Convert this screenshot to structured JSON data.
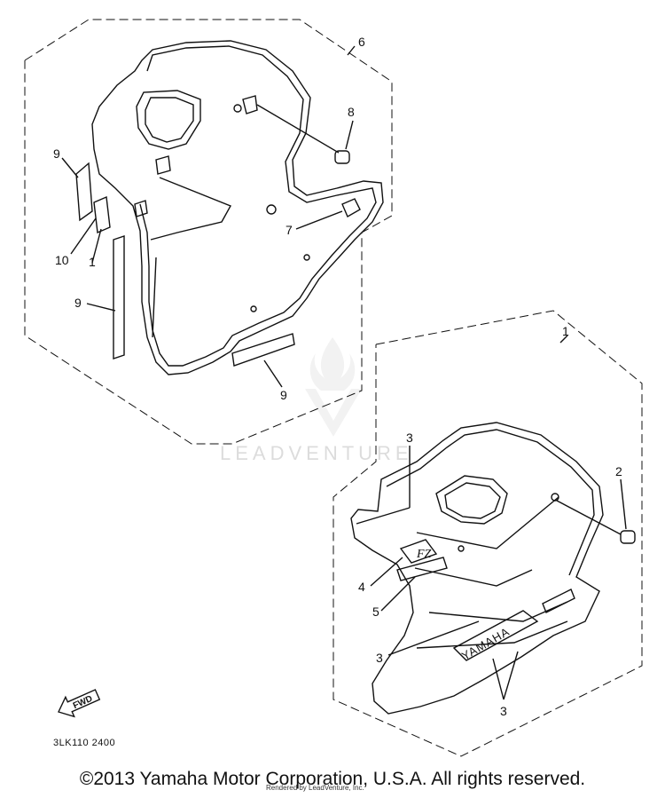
{
  "diagram": {
    "callouts": {
      "c1_upper": "1",
      "c1_lower": "1",
      "c2": "2",
      "c3_a": "3",
      "c3_b": "3",
      "c3_c": "3",
      "c4": "4",
      "c5": "5",
      "c6": "6",
      "c7": "7",
      "c8": "8",
      "c9_a": "9",
      "c9_b": "9",
      "c9_c": "9",
      "c10": "10"
    },
    "fwd_label": "FWD",
    "decal_text": "YAMAHA",
    "drawing_code": "3LK110 2400",
    "watermark": "LEADVENTURE"
  },
  "footer": {
    "copyright": "©2013 Yamaha Motor Corporation, U.S.A. All rights reserved.",
    "rendered_by": "Rendered by LeadVenture, Inc."
  }
}
